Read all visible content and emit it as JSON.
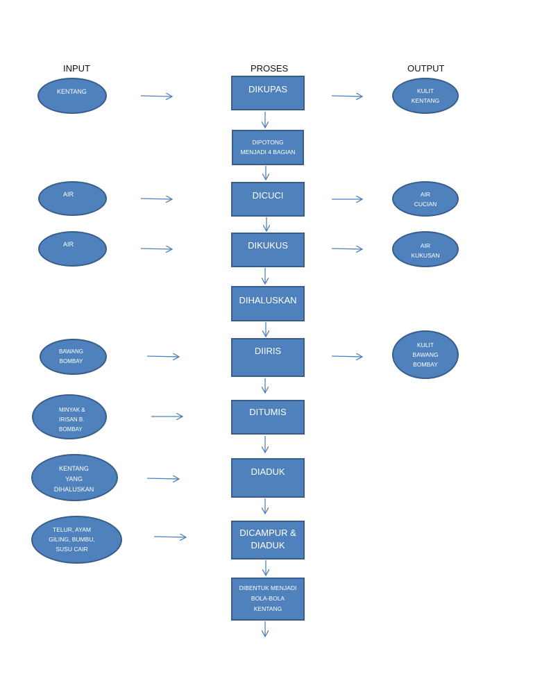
{
  "headers": {
    "input": "INPUT",
    "proses": "PROSES",
    "output": "OUTPUT"
  },
  "process": [
    {
      "label": "DIKUPAS"
    },
    {
      "label": "DIPOTONG\nMENJADI 4 BAGIAN"
    },
    {
      "label": "DICUCI"
    },
    {
      "label": "DIKUKUS"
    },
    {
      "label": "DIHALUSKAN"
    },
    {
      "label": "DIIRIS"
    },
    {
      "label": "DITUMIS"
    },
    {
      "label": "DIADUK"
    },
    {
      "label": "DICAMPUR &\nDIADUK"
    },
    {
      "label": "DIBENTUK MENJADI\nBOLA-BOLA\nKENTANG"
    }
  ],
  "inputs": [
    {
      "label": "KENTANG"
    },
    {
      "label": "AIR"
    },
    {
      "label": "AIR"
    },
    {
      "label": "BAWANG\nBOMBAY"
    },
    {
      "label": "MINYAK &\nIRISAN B.\nBOMBAY"
    },
    {
      "label": "KENTANG\nYANG\nDIHALUSKAN"
    },
    {
      "label": "TELUR, AYAM\nGILING, BUMBU,\nSUSU CAIR"
    }
  ],
  "outputs": [
    {
      "label": "KULIT\nKENTANG"
    },
    {
      "label": "AIR\nCUCIAN"
    },
    {
      "label": "AIR\nKUKUSAN"
    },
    {
      "label": "KULIT\nBAWANG\nBOMBAY"
    }
  ],
  "colors": {
    "fill": "#4f81bd",
    "border": "#385d8a",
    "arrow": "#4f81bd"
  }
}
